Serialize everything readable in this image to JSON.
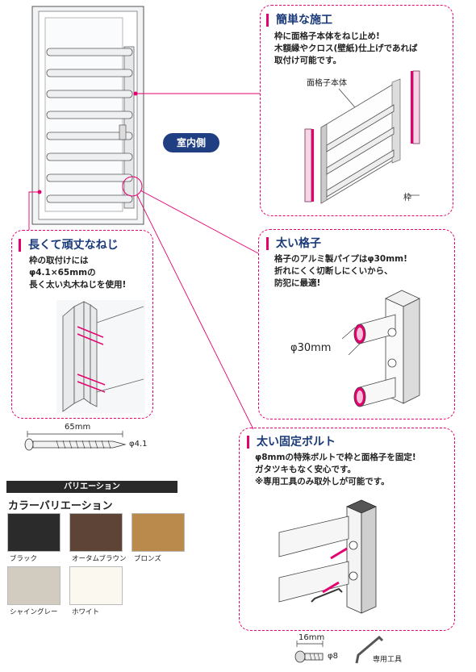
{
  "room_side_badge": "室内側",
  "callouts": {
    "easy": {
      "title": "簡単な施工",
      "lines": [
        "枠に面格子本体をねじ止め!",
        "木額縁やクロス(壁紙)仕上げであれば",
        "取付け可能です。"
      ],
      "label_body": "面格子本体",
      "label_frame": "枠"
    },
    "screw": {
      "title": "長くて頑丈なねじ",
      "lines": [
        "枠の取付けには",
        "φ4.1×65mmの",
        "長く太い丸木ねじを使用!"
      ]
    },
    "lattice": {
      "title": "太い格子",
      "lines": [
        "格子のアルミ製パイプはφ30mm!",
        "折れにくく切断しにくいから、",
        "防犯に最適!"
      ],
      "dimension": "φ30mm"
    },
    "bolt": {
      "title": "太い固定ボルト",
      "lines": [
        "φ8mmの特殊ボルトで枠と面格子を固定!",
        "ガタツキもなく安心です。",
        "※専用工具のみ取外しが可能です。"
      ]
    }
  },
  "screw_spec": {
    "length": "65mm",
    "diameter": "φ4.1"
  },
  "bolt_spec": {
    "length": "16mm",
    "diameter": "φ8",
    "tool": "専用工具"
  },
  "variation": {
    "header": "バリエーション",
    "subtitle": "カラーバリエーション",
    "colors": [
      {
        "name": "ブラック",
        "hex": "#2b2b2b"
      },
      {
        "name": "オータムブラウン",
        "hex": "#5e4436"
      },
      {
        "name": "ブロンズ",
        "hex": "#b98a4c"
      },
      {
        "name": "シャイングレー",
        "hex": "#d2cbbf"
      },
      {
        "name": "ホワイト",
        "hex": "#fbf8ef"
      }
    ]
  },
  "colors": {
    "accent": "#e4006f",
    "navy": "#1f3f82"
  }
}
